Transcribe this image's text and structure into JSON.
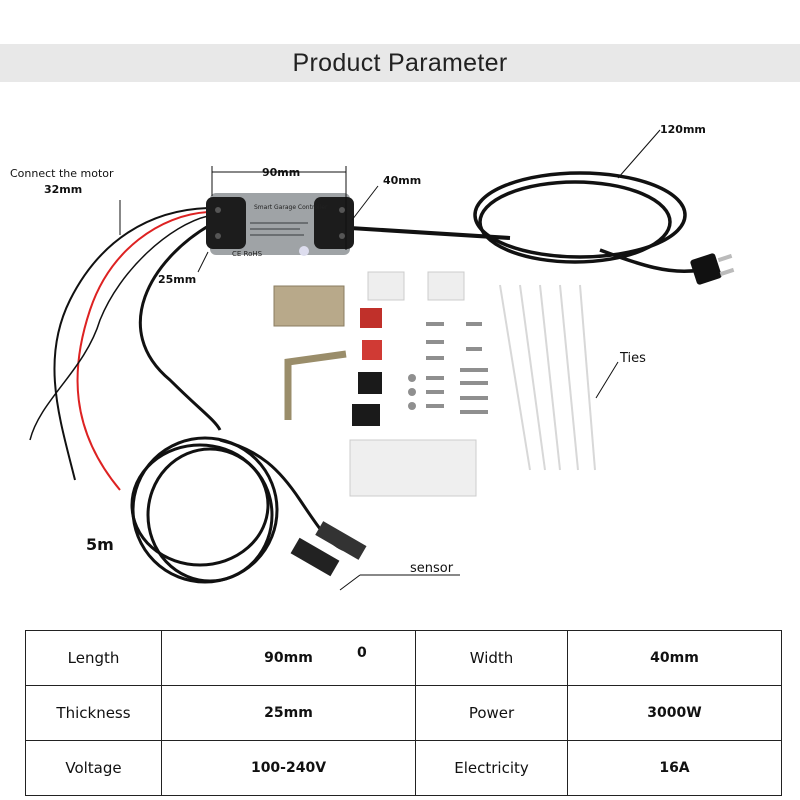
{
  "header": {
    "title": "Product Parameter"
  },
  "photo_labels": {
    "connect_motor": "Connect the motor",
    "motor_wire_length": "32mm",
    "device_length": "90mm",
    "device_width": "40mm",
    "device_thickness": "25mm",
    "power_cable_length": "120mm",
    "ties": "Ties",
    "sensor_cable_length": "5m",
    "sensor": "sensor",
    "device_name": "Smart Garage Controller",
    "certifications": "CE RoHS"
  },
  "specs": {
    "stray_mark": "0",
    "rows": [
      {
        "label1": "Length",
        "value1": "90mm",
        "label2": "Width",
        "value2": "40mm"
      },
      {
        "label1": "Thickness",
        "value1": "25mm",
        "label2": "Power",
        "value2": "3000W"
      },
      {
        "label1": "Voltage",
        "value1": "100-240V",
        "label2": "Electricity",
        "value2": "16A"
      }
    ]
  }
}
